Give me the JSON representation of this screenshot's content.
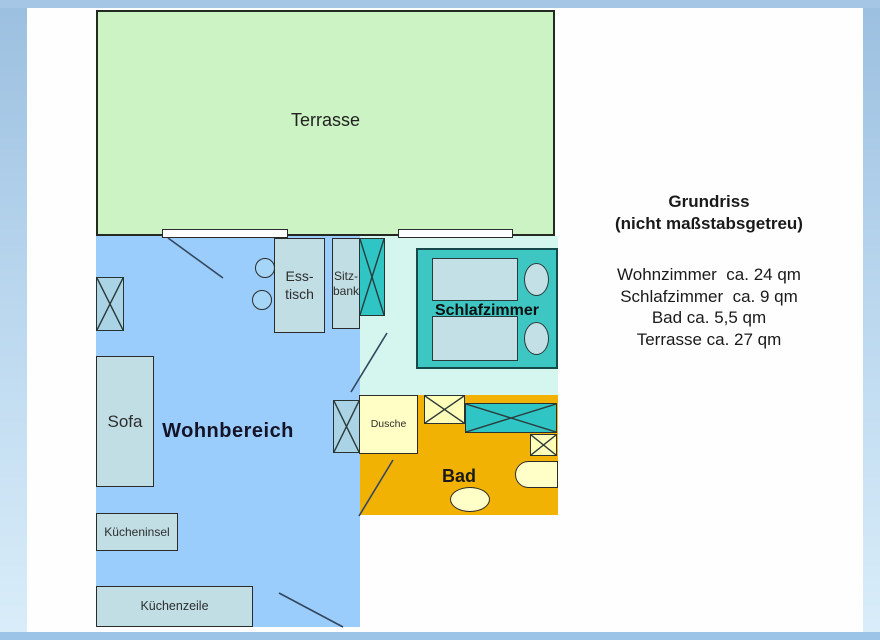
{
  "legend": {
    "title": "Grundriss",
    "subtitle": "(nicht maßstabsgetreu)",
    "items": [
      "Wohnzimmer  ca. 24 qm",
      "Schlafzimmer  ca. 9 qm",
      "Bad ca. 5,5 qm",
      "Terrasse ca. 27 qm"
    ]
  },
  "rooms": {
    "terrasse": {
      "label": "Terrasse",
      "color": "#cbf3c3"
    },
    "wohnbereich": {
      "label": "Wohnbereich",
      "color": "#9acdfb"
    },
    "schlafzimmer": {
      "label": "Schlafzimmer",
      "color": "#d5f6ef"
    },
    "bad": {
      "label": "Bad",
      "color": "#f2b204"
    }
  },
  "furniture": {
    "sofa": "Sofa",
    "esstisch": "Ess-\ntisch",
    "sitzbank": "Sitz-\nbank",
    "dusche": "Dusche",
    "kuecheninsel": "Kücheninsel",
    "kuechenzeile": "Küchenzeile"
  },
  "accent_colors": {
    "frame_blue": "#a6c6e6",
    "teal_fixture": "#2fc5c5",
    "fixture_yellow": "#ffffc5",
    "furniture_gray": "#c0dee4"
  }
}
